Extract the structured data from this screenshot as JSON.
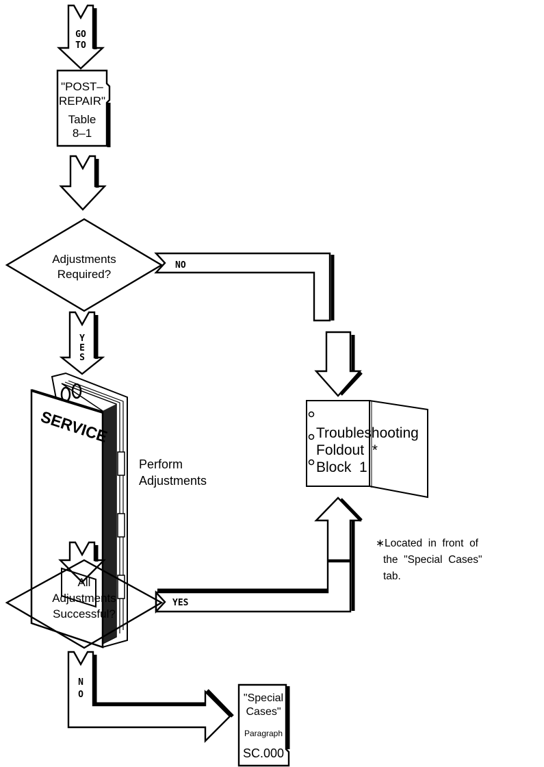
{
  "arrows": {
    "goto": [
      "GO",
      "TO"
    ],
    "yes_vertical": [
      "Y",
      "E",
      "S"
    ],
    "no_vertical": [
      "N",
      "O"
    ],
    "no_branch": "NO",
    "yes_branch": "YES"
  },
  "post_repair_box": {
    "lines": [
      "\"POST–",
      "REPAIR\"",
      "Table",
      "8–1"
    ]
  },
  "decision_adjustments": {
    "lines": [
      "Adjustments",
      "Required?"
    ]
  },
  "service_manual": {
    "label": "SERVICE"
  },
  "perform_adjustments": {
    "lines": [
      "Perform",
      "Adjustments"
    ]
  },
  "decision_successful": {
    "lines": [
      "All",
      "Adjustments",
      "Successful?"
    ]
  },
  "special_cases_box": {
    "lines": [
      "\"Special",
      "Cases\"",
      "Paragraph",
      "SC.000"
    ]
  },
  "foldout": {
    "lines": [
      "Troubleshooting",
      "Foldout  *",
      "Block  1"
    ]
  },
  "footnote": {
    "lines": [
      "∗Located  in  front  of",
      "the  \"Special  Cases\"",
      "tab."
    ]
  }
}
